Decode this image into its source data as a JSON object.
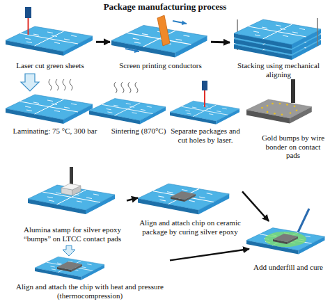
{
  "diagram": {
    "title": "Package manufacturing process",
    "nodes": [
      {
        "text": [
          "Laser cut green sheets"
        ]
      },
      {
        "text": [
          "Screen printing conductors"
        ]
      },
      {
        "text": [
          "Stacking using mechanical aligning"
        ]
      },
      {
        "text": [
          "Laminating: 75 °C, 300 bar"
        ]
      },
      {
        "text": [
          "Sintering (870°C)"
        ]
      },
      {
        "text": [
          "Separate packages and cut holes by laser."
        ]
      },
      {
        "text": [
          "Gold bumps by wire bonder on contact pads"
        ]
      },
      {
        "text": [
          "Alumina stamp for silver epoxy “bumps” on LTCC contact pads"
        ]
      },
      {
        "text": [
          "Align and attach chip on ceramic package by curing silver epoxy"
        ]
      },
      {
        "text": [
          "Align and attach the chip with heat and pressure (thermocompression)"
        ]
      },
      {
        "text": [
          "Add underfill and cure"
        ]
      }
    ],
    "edges": [
      {
        "from": 0,
        "to": 1,
        "arrow": "to"
      },
      {
        "from": 1,
        "to": 2,
        "arrow": "to"
      },
      {
        "from": 7,
        "to": 8,
        "arrow": "to"
      },
      {
        "from": 8,
        "to": 10,
        "arrow": "to"
      },
      {
        "from": 9,
        "to": 10,
        "arrow": "to"
      }
    ]
  }
}
